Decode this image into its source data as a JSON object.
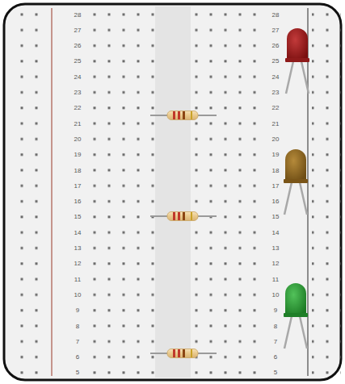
{
  "diagram": {
    "labels": [
      "28",
      "27",
      "26",
      "25",
      "24",
      "23",
      "22",
      "21",
      "20",
      "19",
      "18",
      "17",
      "16",
      "15",
      "14",
      "13",
      "12",
      "11",
      "10",
      "9",
      "8",
      "7",
      "6",
      "5",
      "28",
      "27",
      "26",
      "25",
      "24",
      "23",
      "22",
      "21",
      "20",
      "19",
      "18",
      "17",
      "16",
      "15",
      "14",
      "13",
      "12",
      "11",
      "10",
      "9",
      "8",
      "7",
      "6",
      "5"
    ]
  }
}
